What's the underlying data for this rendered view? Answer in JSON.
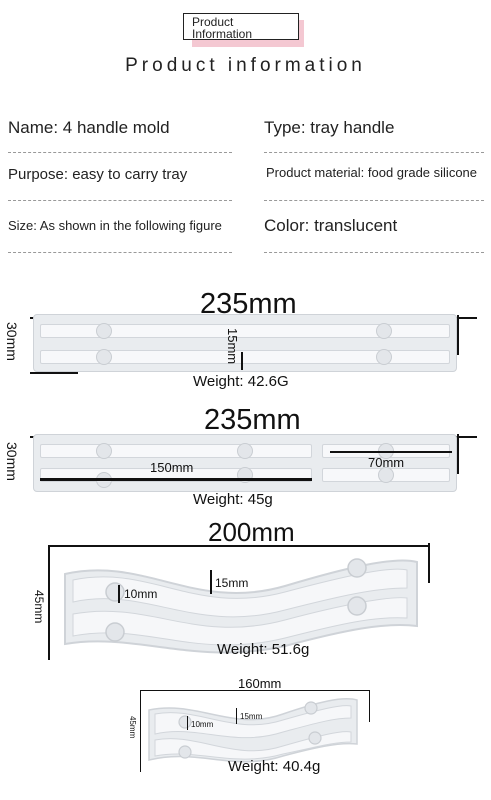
{
  "header": {
    "badge_line1": "Product",
    "badge_line2": "Information",
    "subtitle": "Product information"
  },
  "specs": {
    "name": "Name: 4 handle mold",
    "type": "Type: tray handle",
    "purpose": "Purpose: easy to carry tray",
    "material": "Product material: food grade silicone",
    "size": "Size: As shown in the following figure",
    "color": "Color: translucent"
  },
  "molds": [
    {
      "length": "235mm",
      "width": "30mm",
      "inner": "15mm",
      "weight": "Weight: 42.6G"
    },
    {
      "length": "235mm",
      "width": "30mm",
      "seg1": "150mm",
      "seg2": "70mm",
      "weight": "Weight: 45g"
    },
    {
      "length": "200mm",
      "width": "45mm",
      "inner1": "10mm",
      "inner2": "15mm",
      "weight": "Weight: 51.6g"
    },
    {
      "length": "160mm",
      "width": "45mm",
      "inner1": "10mm",
      "inner2": "15mm",
      "weight": "Weight: 40.4g"
    }
  ]
}
